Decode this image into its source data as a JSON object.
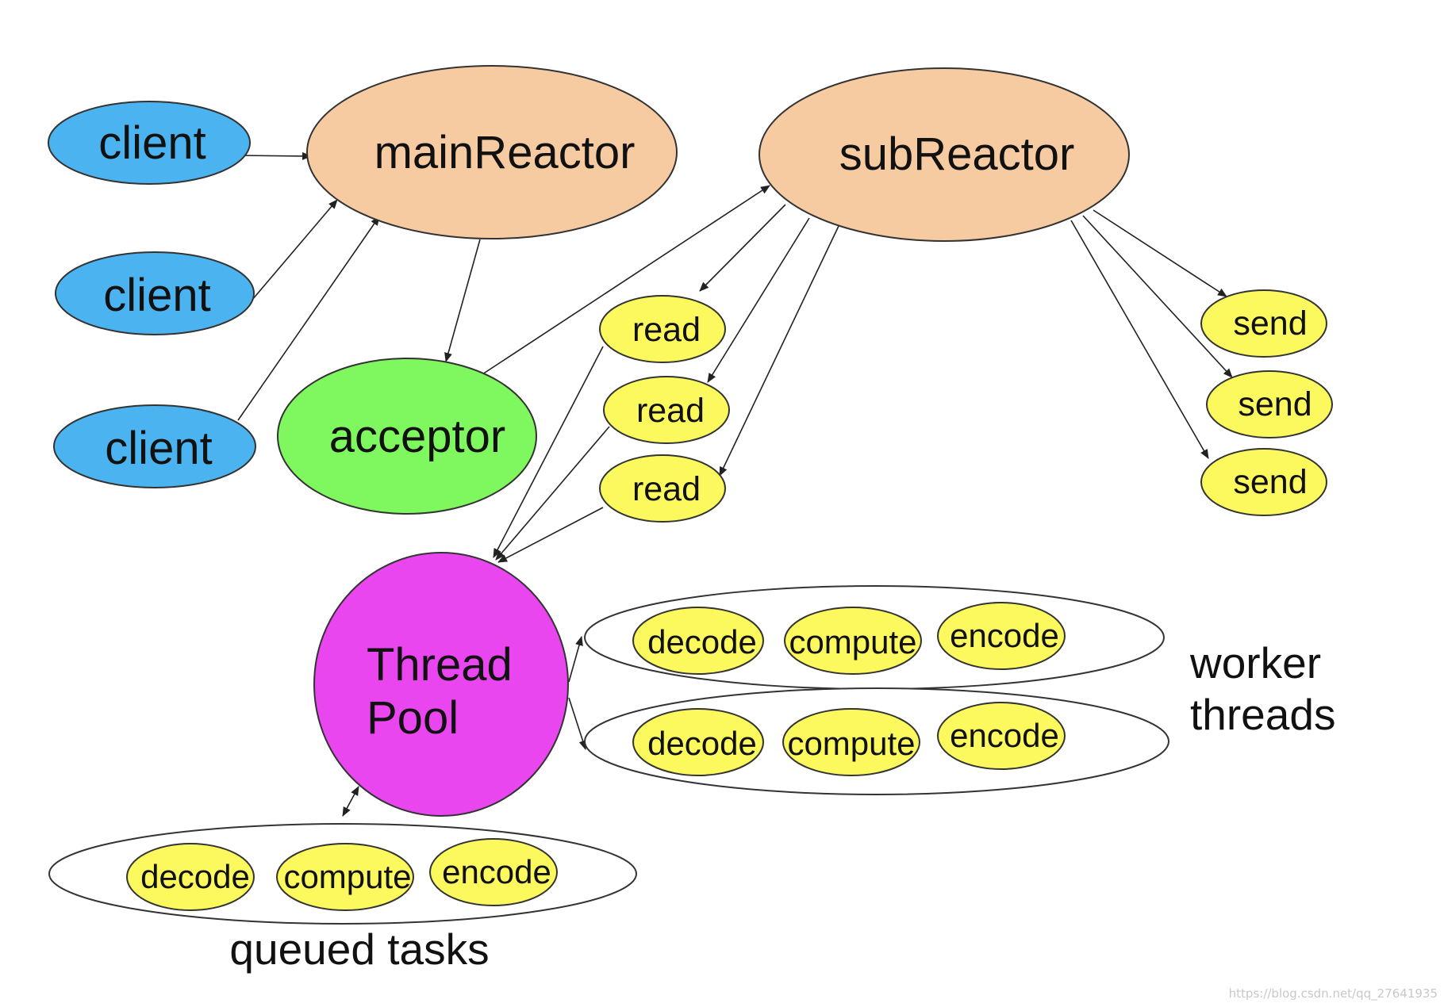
{
  "nodes": {
    "client_1": "client",
    "client_2": "client",
    "client_3": "client",
    "main_reactor": "mainReactor",
    "sub_reactor": "subReactor",
    "acceptor": "acceptor",
    "read_1": "read",
    "read_2": "read",
    "read_3": "read",
    "send_1": "send",
    "send_2": "send",
    "send_3": "send",
    "thread_pool_line1": "Thread",
    "thread_pool_line2": "Pool"
  },
  "worker_rows": [
    {
      "decode": "decode",
      "compute": "compute",
      "encode": "encode"
    },
    {
      "decode": "decode",
      "compute": "compute",
      "encode": "encode"
    }
  ],
  "worker_label": {
    "line1": "worker",
    "line2": "threads"
  },
  "queue_row": {
    "decode": "decode",
    "compute": "compute",
    "encode": "encode"
  },
  "queue_label": "queued tasks",
  "watermark": "https://blog.csdn.net/qq_27641935",
  "colors": {
    "client": "#4bb4f0",
    "reactor": "#f6cba2",
    "acceptor": "#7ff75f",
    "io": "#fbf95e",
    "thread_pool": "#e946ef",
    "outline": "#333333",
    "arrow": "#222222"
  }
}
